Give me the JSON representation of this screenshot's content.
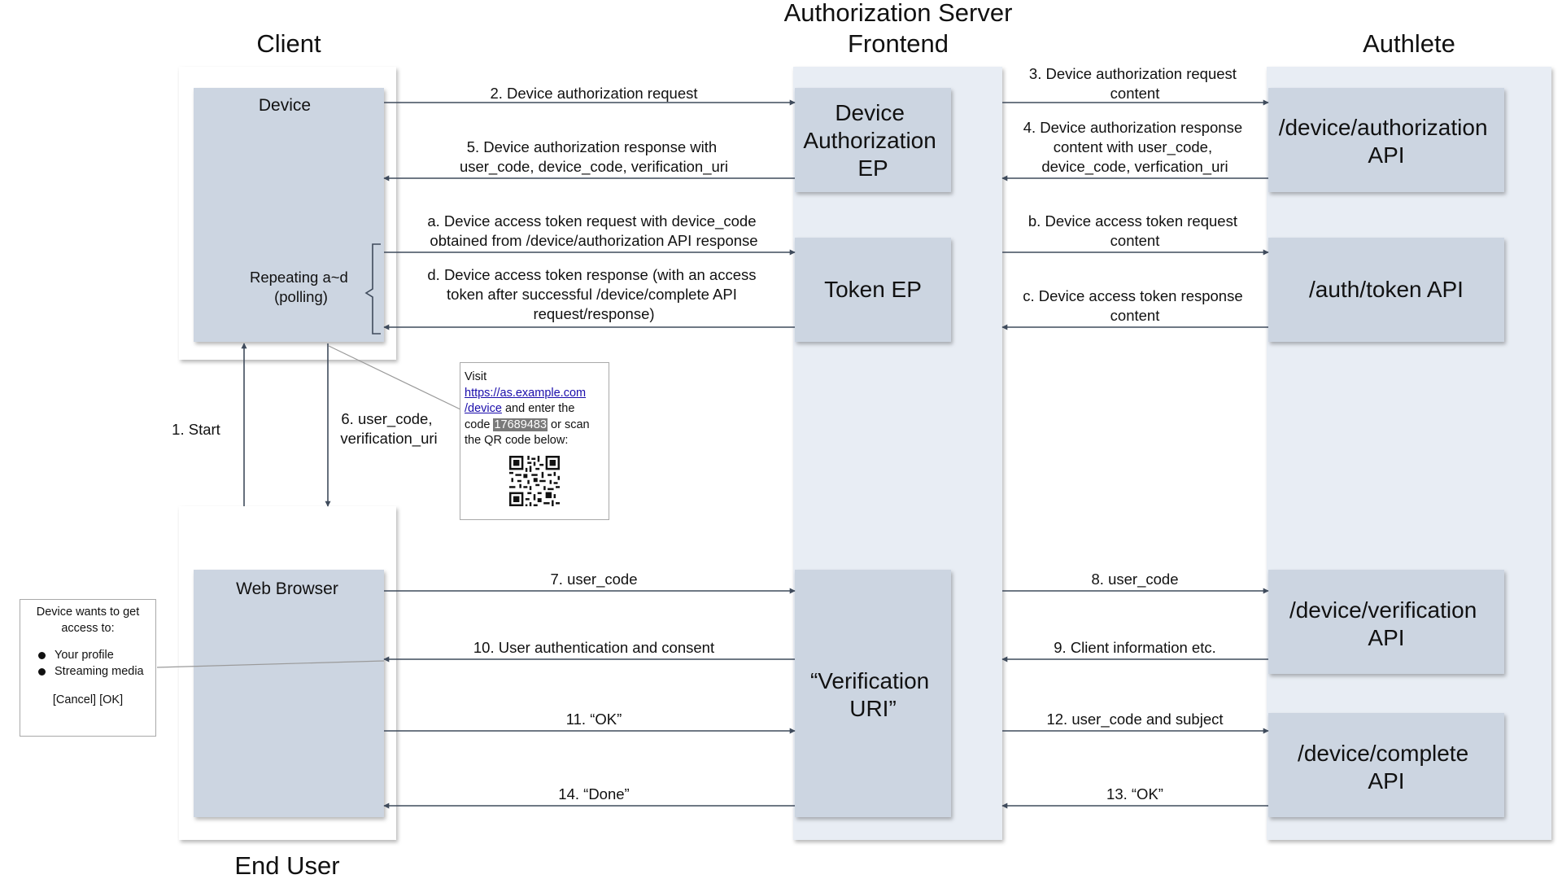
{
  "headers": {
    "client": "Client",
    "as_frontend_line1": "Authorization Server",
    "as_frontend_line2": "Frontend",
    "authlete": "Authlete",
    "end_user": "End User"
  },
  "boxes": {
    "device": "Device",
    "web_browser": "Web Browser",
    "device_authorization_ep": [
      "Device",
      "Authorization",
      "EP"
    ],
    "token_ep": "Token EP",
    "verification_uri": [
      "“Verification",
      "URI”"
    ],
    "device_authorization_api": [
      "/device/authorization",
      "API"
    ],
    "auth_token_api": "/auth/token API",
    "device_verification_api": [
      "/device/verification",
      "API"
    ],
    "device_complete_api": [
      "/device/complete",
      "API"
    ]
  },
  "polling": [
    "Repeating a~d",
    "(polling)"
  ],
  "side_labels": {
    "start": "1. Start",
    "step6": [
      "6. user_code,",
      "verification_uri"
    ]
  },
  "arrows": {
    "step2": "2. Device authorization request",
    "step3": [
      "3. Device authorization request",
      "content"
    ],
    "step4": [
      "4. Device authorization response",
      "content with user_code,",
      "device_code, verfication_uri"
    ],
    "step5": [
      "5. Device authorization response with",
      "user_code, device_code, verification_uri"
    ],
    "stepa": [
      "a. Device access token request with device_code",
      "obtained from /device/authorization API response"
    ],
    "stepb": [
      "b. Device access token request",
      "content"
    ],
    "stepc": [
      "c. Device access token response",
      "content"
    ],
    "stepd": [
      "d. Device access token response (with an access",
      "token after successful /device/complete API",
      "request/response)"
    ],
    "step7": "7. user_code",
    "step8": "8. user_code",
    "step9": "9. Client information etc.",
    "step10": "10. User authentication and consent",
    "step11": "11. “OK”",
    "step12": "12. user_code and subject",
    "step13": "13. “OK”",
    "step14": "14. “Done”"
  },
  "device_screen": {
    "visit": "Visit",
    "url_part1": "https://as.example.com",
    "url_part2": "/device",
    "and_enter": " and enter the",
    "code_label": "code ",
    "code": "17689483",
    "or_scan": " or scan",
    "qr_text": "the QR code below:"
  },
  "consent_dialog": {
    "title": "Device wants to get access to:",
    "items": [
      "Your profile",
      "Streaming media"
    ],
    "actions": "[Cancel] [OK]"
  },
  "colors": {
    "lane_fill": "#e8edf4",
    "box_fill": "#ccd5e1",
    "arrow": "#3f4b5c",
    "link": "#1a0dab",
    "code_highlight": "#7a7a7a"
  }
}
